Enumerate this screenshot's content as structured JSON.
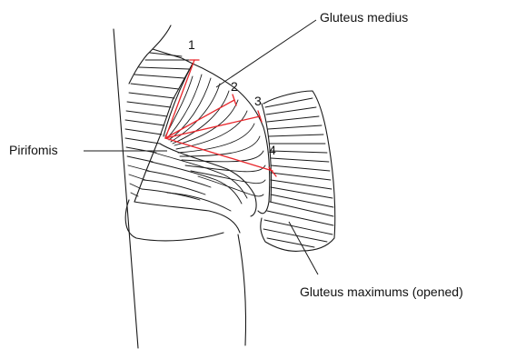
{
  "labels": {
    "gluteus_medius": "Gluteus medius",
    "pirifomis": "Pirifomis",
    "gluteus_maximus": "Gluteus maximums (opened)"
  },
  "markers": [
    "1",
    "2",
    "3",
    "4"
  ],
  "colors": {
    "ink": "#1a1a1a",
    "marker_lines": "#e8262b",
    "background": "#ffffff"
  }
}
